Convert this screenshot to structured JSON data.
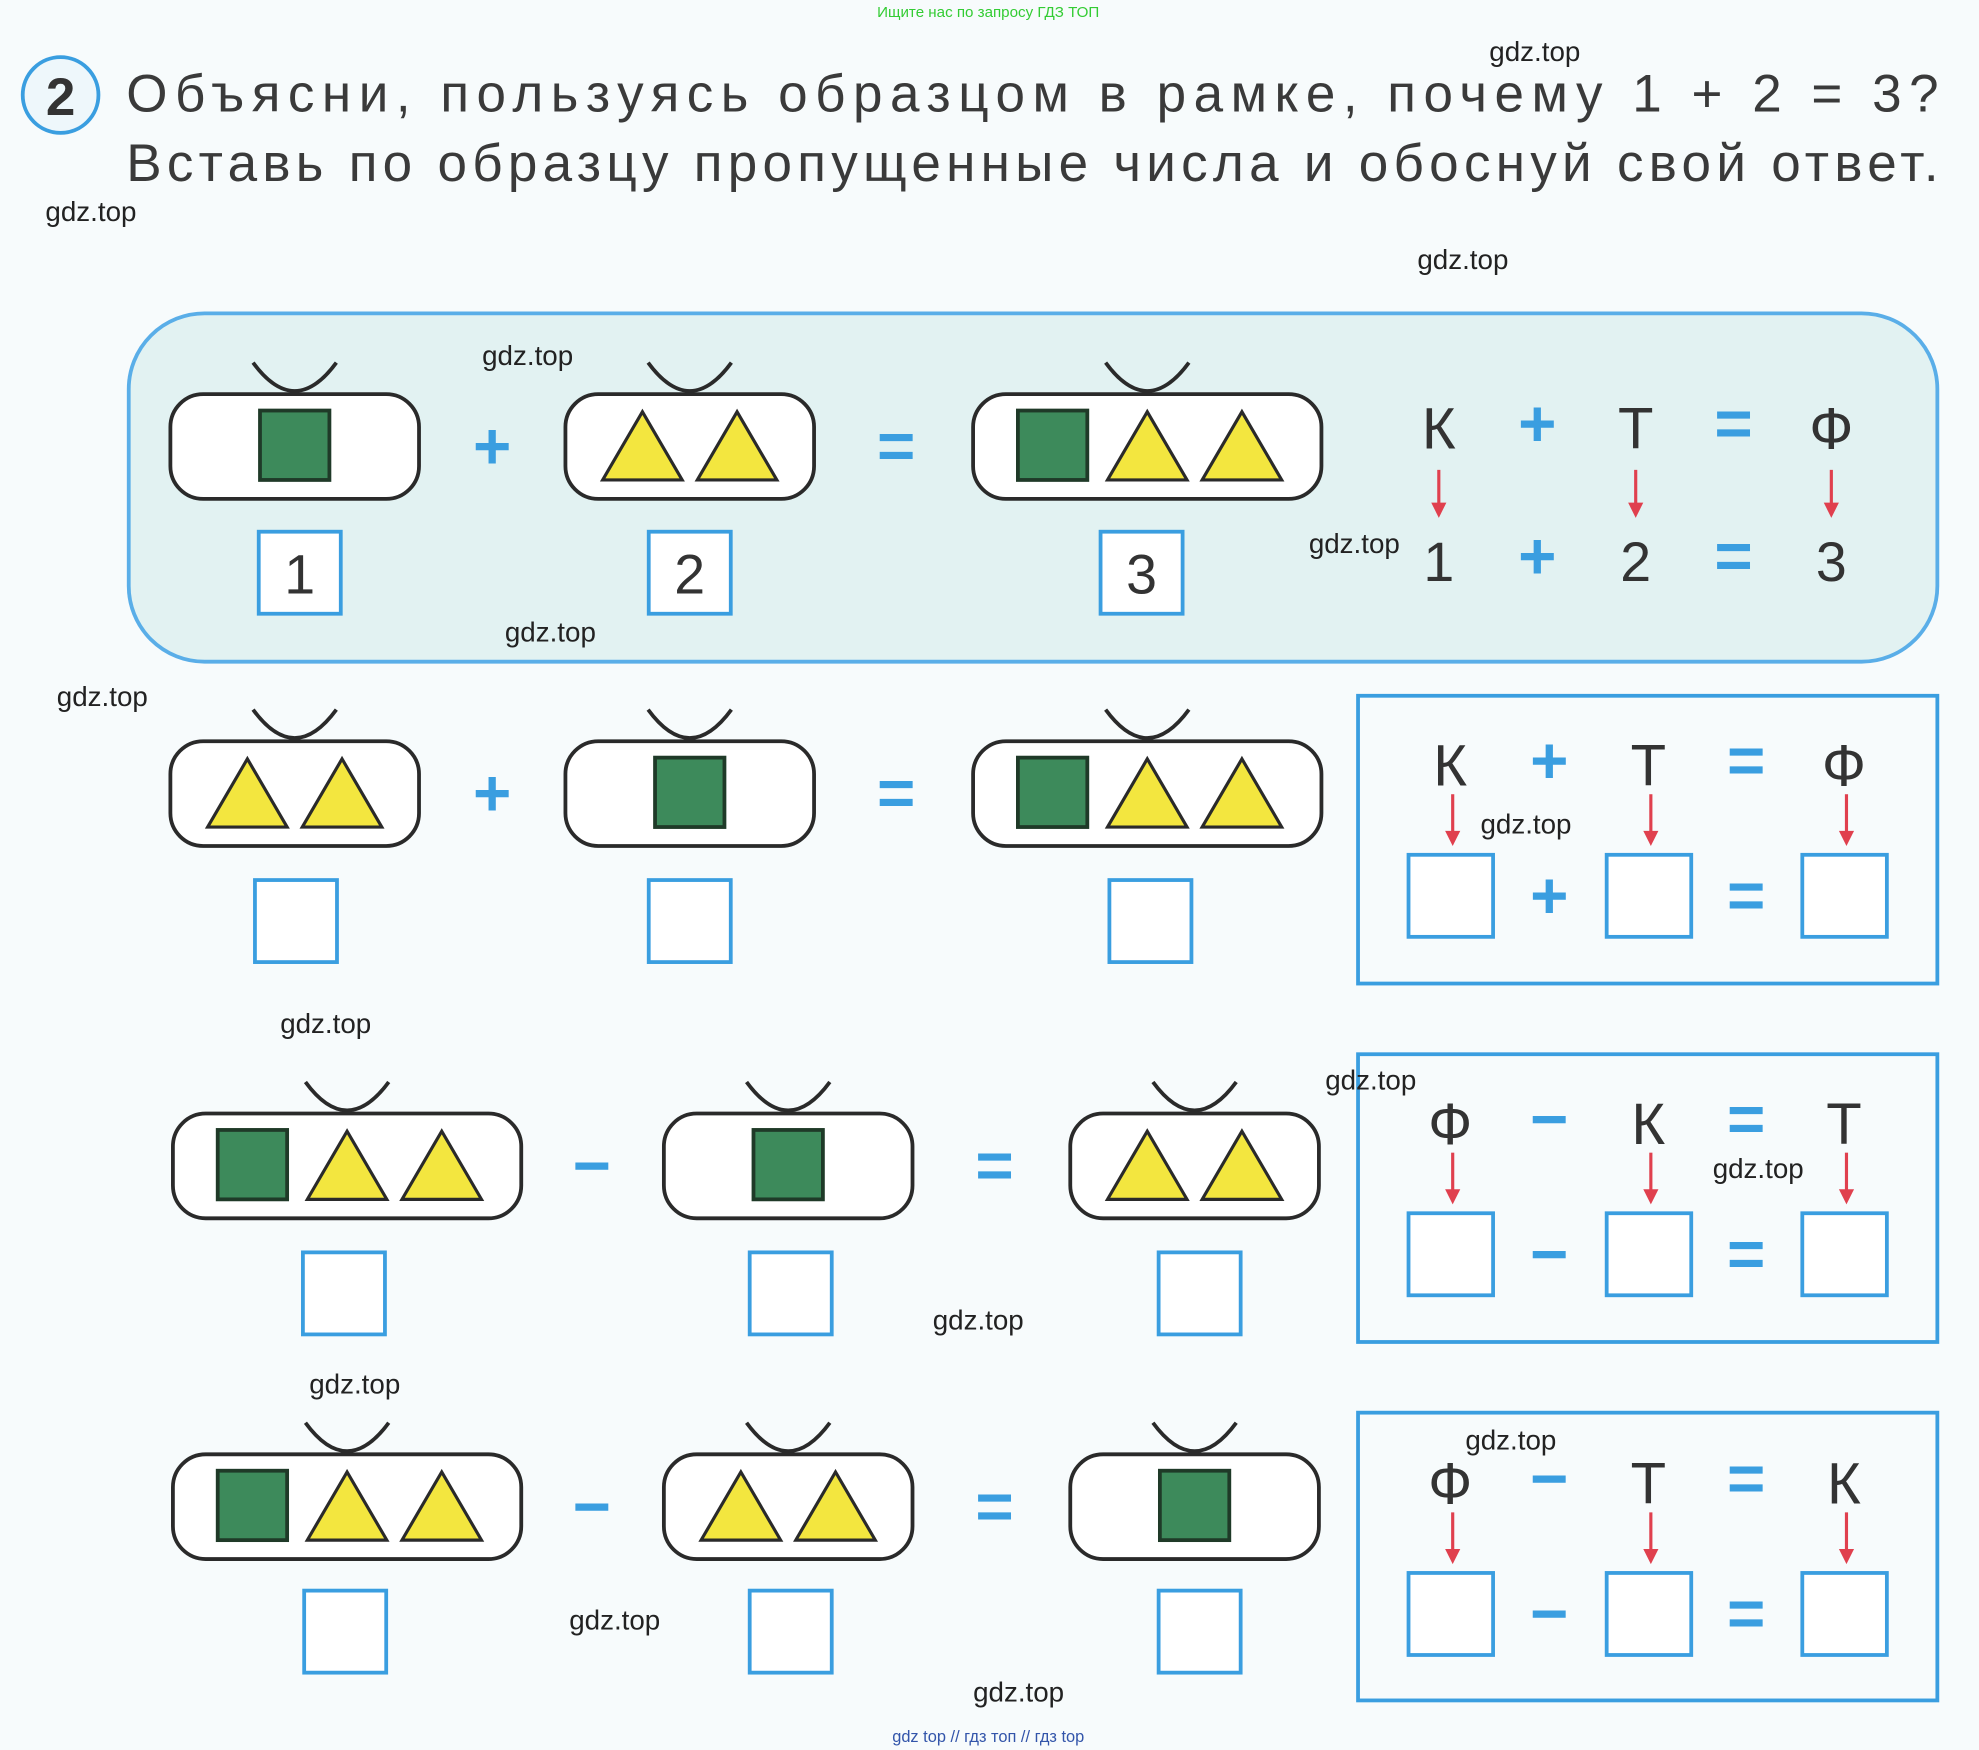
{
  "top_banner": "Ищите нас по запросу ГДЗ ТОП",
  "task": {
    "number": "2",
    "line1": "Объясни, пользуясь образцом в рамке, почему 1 + 2 = 3?",
    "line2": "Вставь по образцу пропущенные числа и обоснуй свой ответ."
  },
  "colors": {
    "accent_blue": "#3a9ee0",
    "sample_fill": "#e2f2f2",
    "square_green": "#3d8a5b",
    "triangle_yellow": "#f3e63f",
    "arrow_red": "#e0404e"
  },
  "rows": [
    {
      "pills": [
        [
          "square"
        ],
        [
          "triangle",
          "triangle"
        ],
        [
          "square",
          "triangle",
          "triangle"
        ]
      ],
      "ops": [
        "+",
        "="
      ],
      "answers": [
        "1",
        "2",
        "3"
      ],
      "formula_letters": [
        "К",
        "Т",
        "Ф"
      ],
      "formula_ops": [
        "+",
        "="
      ],
      "formula_values": [
        "1",
        "2",
        "3"
      ]
    },
    {
      "pills": [
        [
          "triangle",
          "triangle"
        ],
        [
          "square"
        ],
        [
          "square",
          "triangle",
          "triangle"
        ]
      ],
      "ops": [
        "+",
        "="
      ],
      "answers": [
        "",
        "",
        ""
      ],
      "formula_letters": [
        "К",
        "Т",
        "Ф"
      ],
      "formula_ops": [
        "+",
        "="
      ],
      "formula_values": [
        "",
        "",
        ""
      ]
    },
    {
      "pills": [
        [
          "square",
          "triangle",
          "triangle"
        ],
        [
          "square"
        ],
        [
          "triangle",
          "triangle"
        ]
      ],
      "ops": [
        "−",
        "="
      ],
      "answers": [
        "",
        "",
        ""
      ],
      "formula_letters": [
        "Ф",
        "К",
        "Т"
      ],
      "formula_ops": [
        "−",
        "="
      ],
      "formula_values": [
        "",
        "",
        ""
      ]
    },
    {
      "pills": [
        [
          "square",
          "triangle",
          "triangle"
        ],
        [
          "triangle",
          "triangle"
        ],
        [
          "square"
        ]
      ],
      "ops": [
        "−",
        "="
      ],
      "answers": [
        "",
        "",
        ""
      ],
      "formula_letters": [
        "Ф",
        "Т",
        "К"
      ],
      "formula_ops": [
        "−",
        "="
      ],
      "formula_values": [
        "",
        "",
        ""
      ]
    }
  ],
  "watermarks": [
    "gdz.top",
    "gdz.top",
    "gdz.top",
    "gdz.top",
    "gdz.top",
    "gdz.top",
    "gdz.top",
    "gdz.top",
    "gdz.top",
    "gdz.top",
    "gdz.top",
    "gdz.top",
    "gdz.top",
    "gdz.top",
    "gdz.top",
    "gdz.top"
  ],
  "footer": "gdz top // гдз топ // гдз top"
}
